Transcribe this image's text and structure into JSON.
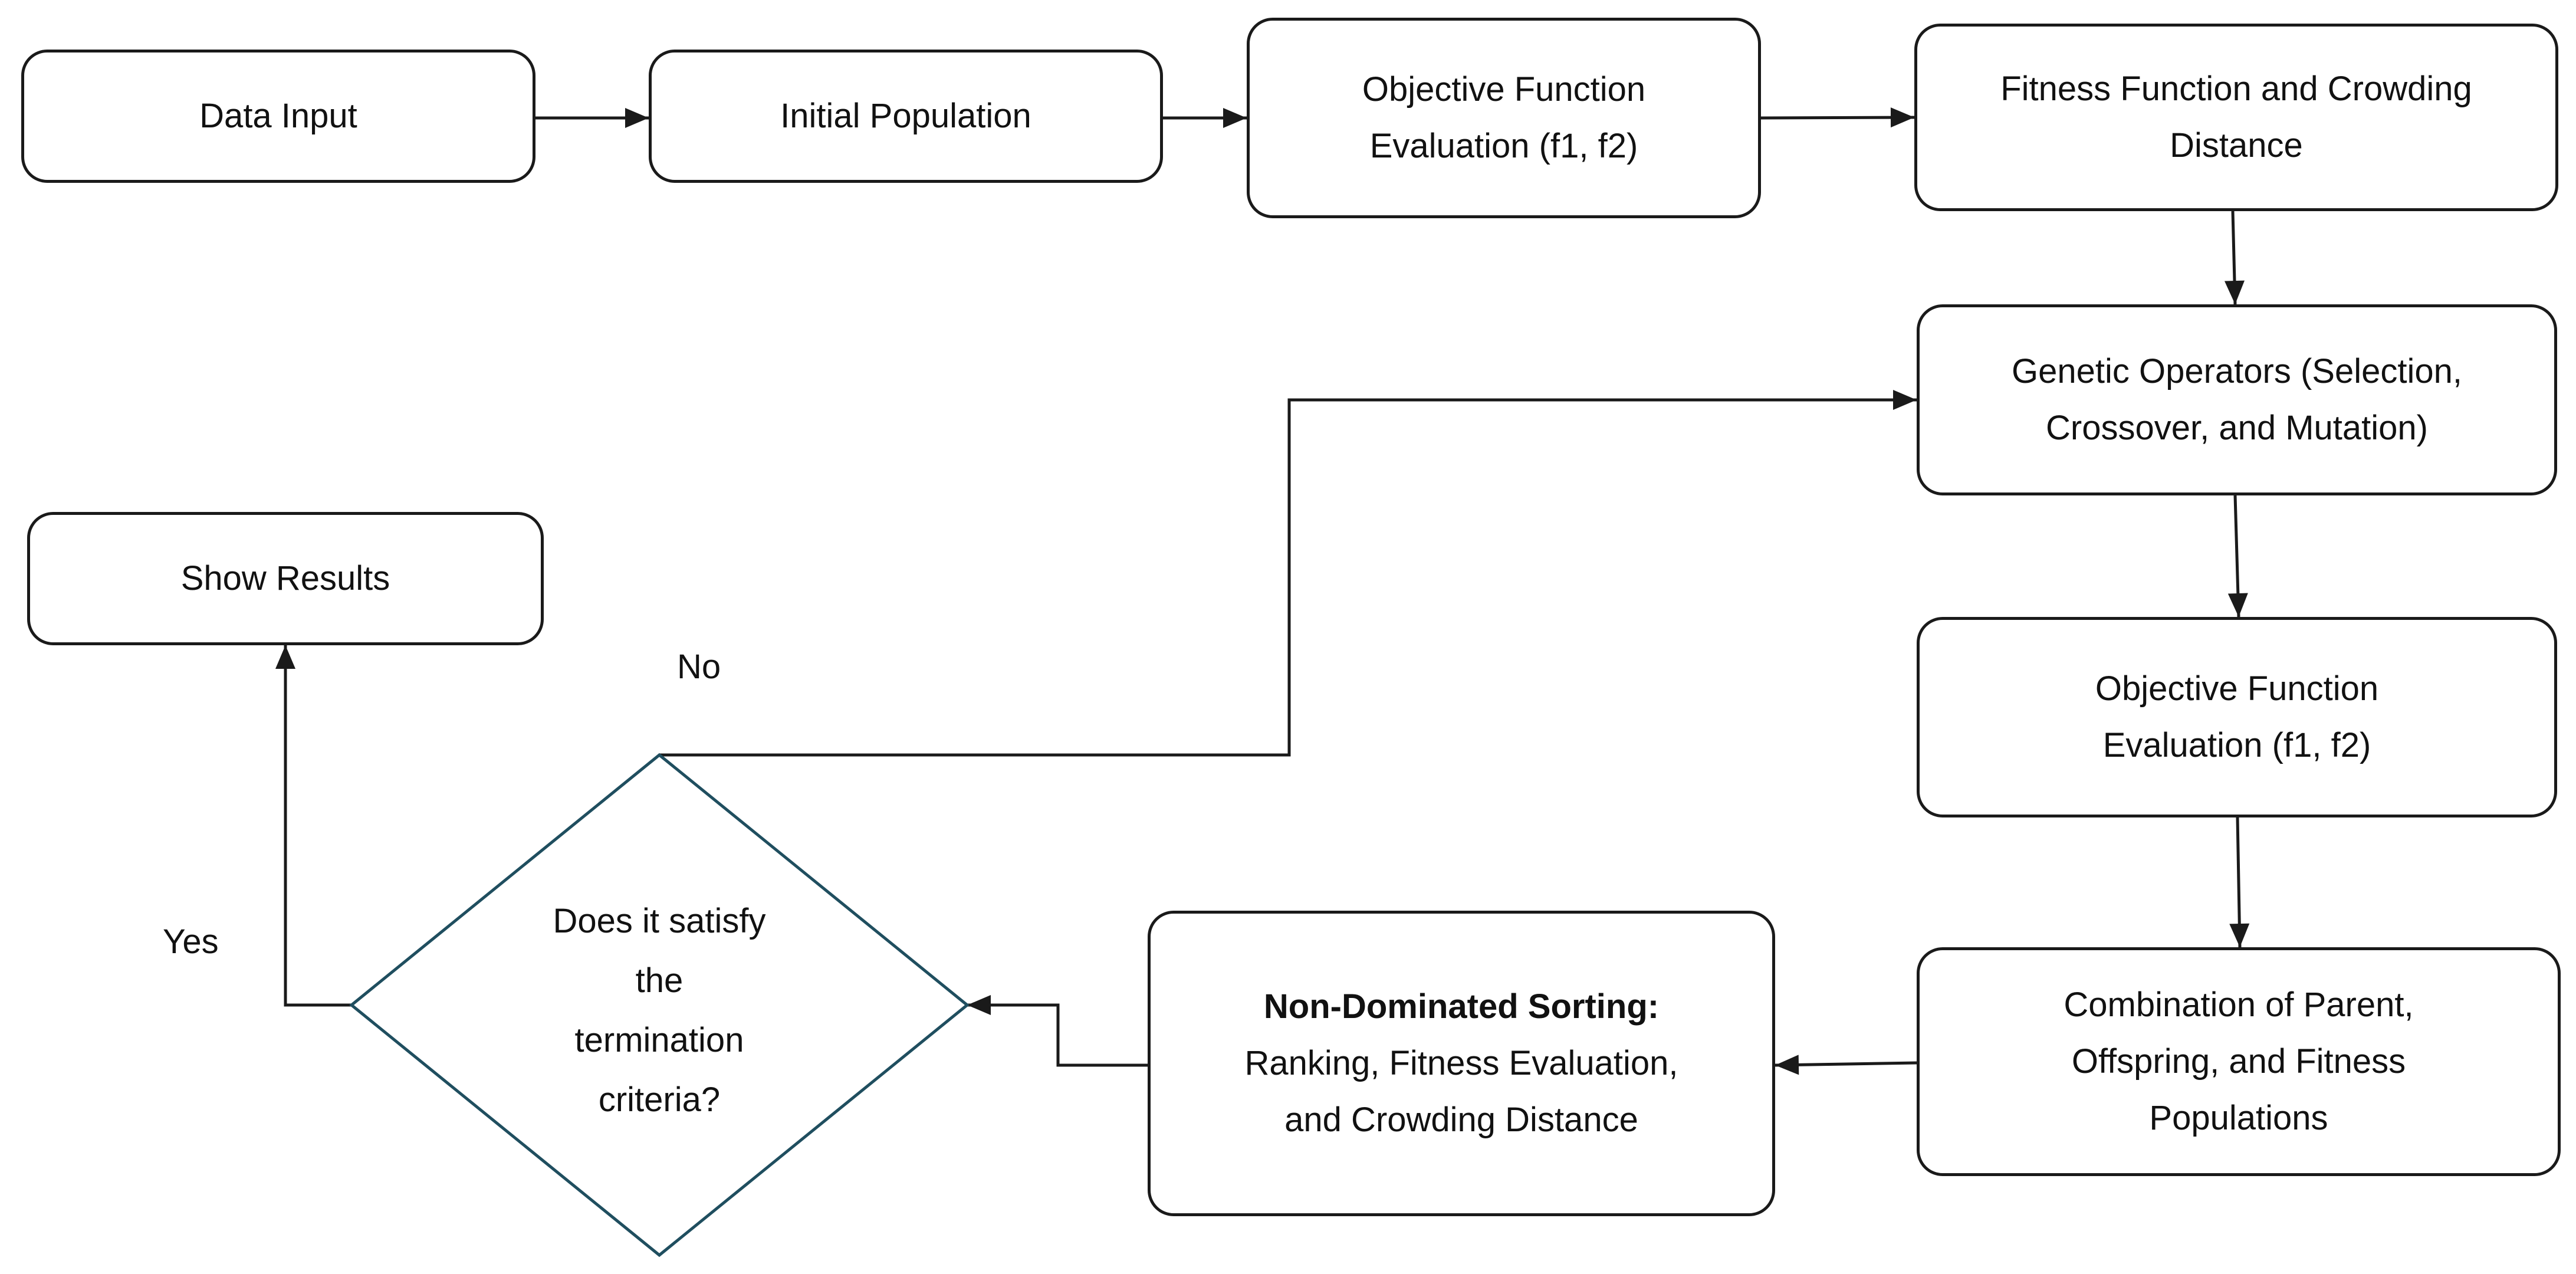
{
  "colors": {
    "stroke": "#1a1a1a",
    "diamond_stroke": "#1f4e5f",
    "background": "#ffffff"
  },
  "nodes": {
    "data_input": "Data Input",
    "initial_population": "Initial Population",
    "objective_eval_1": [
      "Objective Function",
      "Evaluation  (f1, f2)"
    ],
    "fitness_crowding": [
      "Fitness Function  and Crowding",
      "Distance"
    ],
    "genetic_operators": [
      "Genetic Operators (Selection,",
      "Crossover, and Mutation)"
    ],
    "objective_eval_2": [
      "Objective Function",
      "Evaluation  (f1, f2)"
    ],
    "combination": [
      "Combination of Parent,",
      "Offspring, and Fitness",
      "Populations"
    ],
    "non_dominated": {
      "title": "Non-Dominated Sorting:",
      "lines": [
        "Ranking,  Fitness Evaluation,",
        "and Crowding Distance"
      ]
    },
    "decision": [
      "Does it satisfy",
      "the",
      "termination",
      "criteria?"
    ],
    "show_results": "Show Results"
  },
  "edge_labels": {
    "no": "No",
    "yes": "Yes"
  }
}
